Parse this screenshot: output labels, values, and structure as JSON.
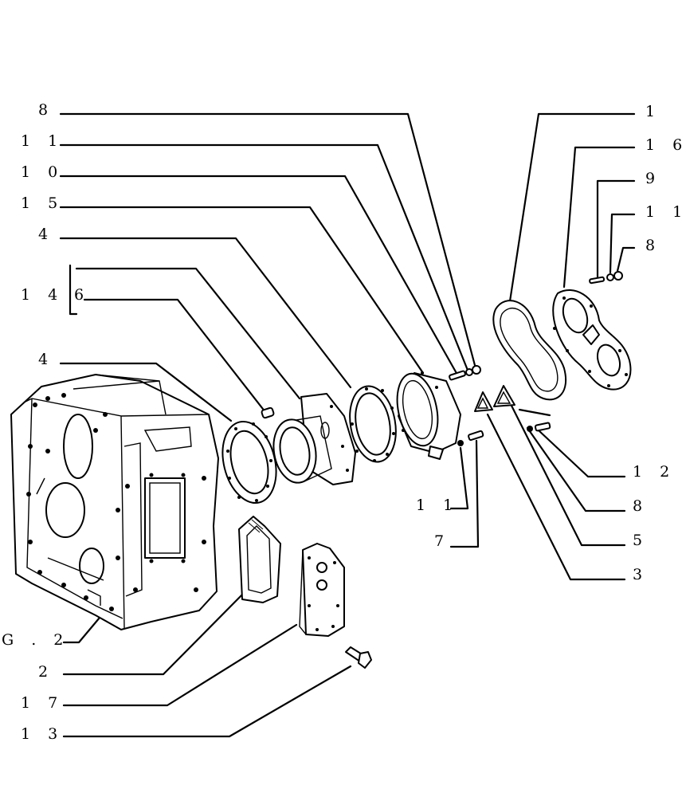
{
  "labels": {
    "l8_top": "8",
    "l11_top": "1 1",
    "l10": "1 0",
    "l15": "1 5",
    "l4_top": "4",
    "l14": "1 4",
    "l6": "6",
    "l4_mid": "4",
    "lG2": "G . 2",
    "l2": "2",
    "l17": "1 7",
    "l13": "1 3",
    "l1": "1",
    "l16": "1 6",
    "l9": "9",
    "l11_right": "1 1",
    "l8_right": "8",
    "l12": "1 2",
    "l8_lower": "8",
    "l5": "5",
    "l3": "3",
    "l11_lower": "1 1",
    "l7": "7"
  },
  "colors": {
    "line": "#000000",
    "background": "#ffffff"
  }
}
